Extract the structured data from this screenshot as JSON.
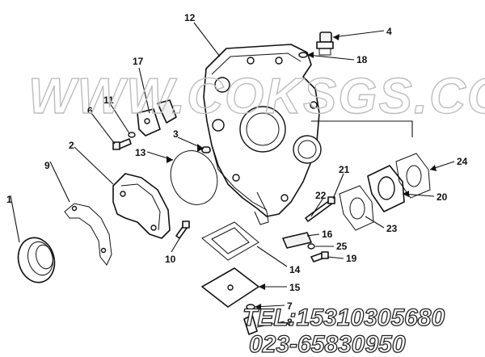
{
  "watermark": {
    "site": "WWW.COKSGS.COM",
    "tel": "TEL:15310305680",
    "phone": "023-65830950"
  },
  "callouts": [
    "12",
    "4",
    "18",
    "17",
    "11",
    "6",
    "3",
    "13",
    "2",
    "9",
    "1",
    "10",
    "14",
    "15",
    "7",
    "8",
    "21",
    "22",
    "16",
    "25",
    "19",
    "23",
    "20",
    "24"
  ],
  "colors": {
    "line": "#111111",
    "watermark": "#bdbdbd",
    "background": "#ffffff"
  }
}
